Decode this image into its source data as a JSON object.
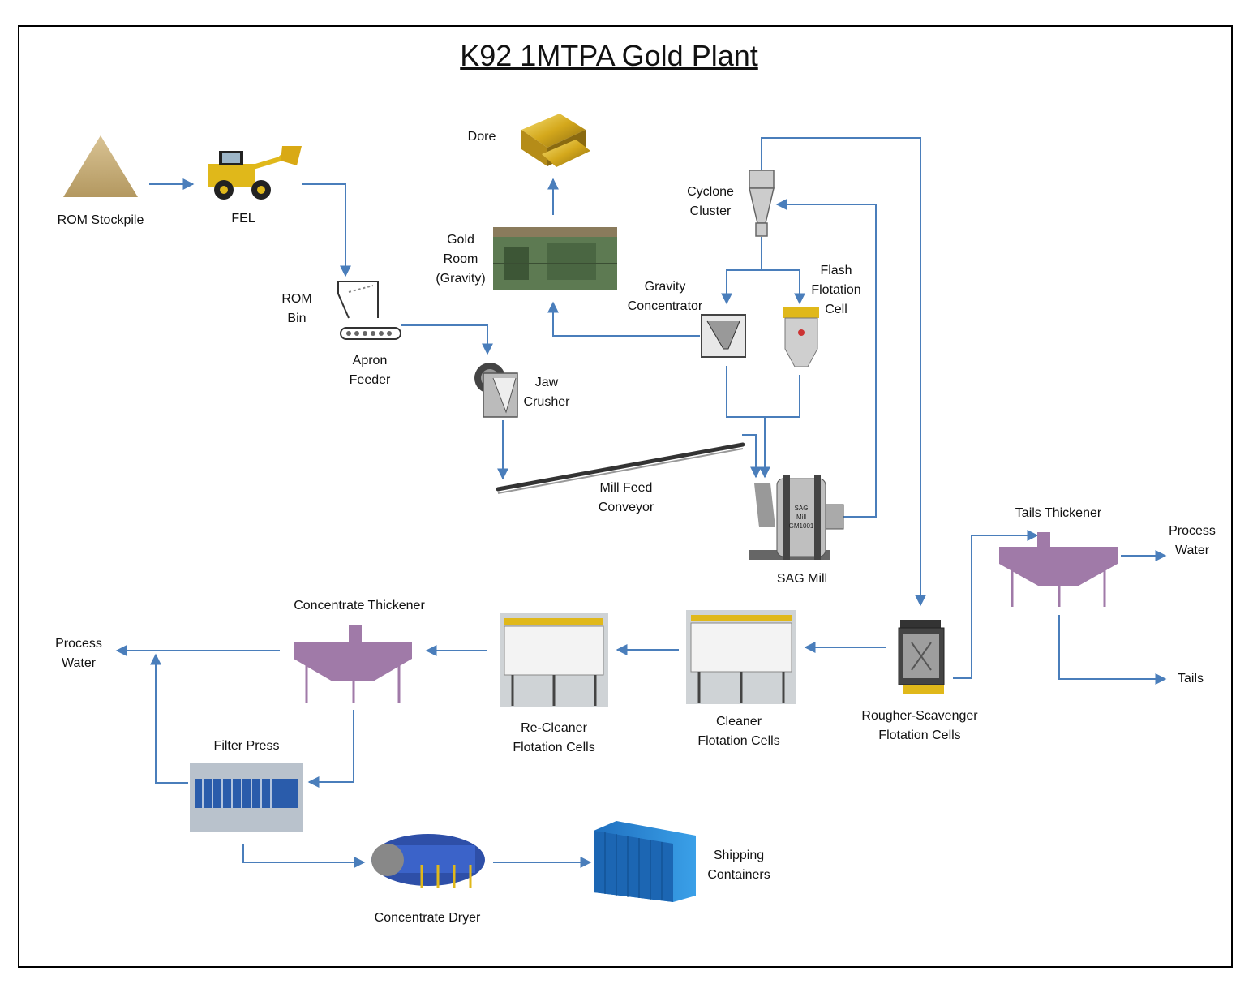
{
  "title": "K92 1MTPA Gold Plant",
  "colors": {
    "flow_arrow": "#4a7ebb",
    "frame": "#000000",
    "thickener": "#a07aa8",
    "gold": "#d4a81c"
  },
  "labels": {
    "rom_stockpile": "ROM Stockpile",
    "fel": "FEL",
    "rom_bin": [
      "ROM",
      "Bin"
    ],
    "apron_feeder": [
      "Apron",
      "Feeder"
    ],
    "jaw_crusher": [
      "Jaw",
      "Crusher"
    ],
    "dore": "Dore",
    "gold_room": [
      "Gold",
      "Room",
      "(Gravity)"
    ],
    "cyclone_cluster": [
      "Cyclone",
      "Cluster"
    ],
    "gravity_concentrator": [
      "Gravity",
      "Concentrator"
    ],
    "flash_flotation_cell": [
      "Flash",
      "Flotation",
      "Cell"
    ],
    "mill_feed_conveyor": [
      "Mill Feed",
      "Conveyor"
    ],
    "sag_mill": "SAG Mill",
    "sag_mill_plate": [
      "SAG",
      "Mill",
      "GM1001"
    ],
    "tails_thickener": "Tails Thickener",
    "process_water_right": [
      "Process",
      "Water"
    ],
    "tails": "Tails",
    "rougher_scavenger": [
      "Rougher-Scavenger",
      "Flotation Cells"
    ],
    "cleaner": [
      "Cleaner",
      "Flotation Cells"
    ],
    "re_cleaner": [
      "Re-Cleaner",
      "Flotation Cells"
    ],
    "concentrate_thickener": "Concentrate Thickener",
    "process_water_left": [
      "Process",
      "Water"
    ],
    "filter_press": "Filter Press",
    "concentrate_dryer": "Concentrate Dryer",
    "shipping_containers": [
      "Shipping",
      "Containers"
    ]
  }
}
